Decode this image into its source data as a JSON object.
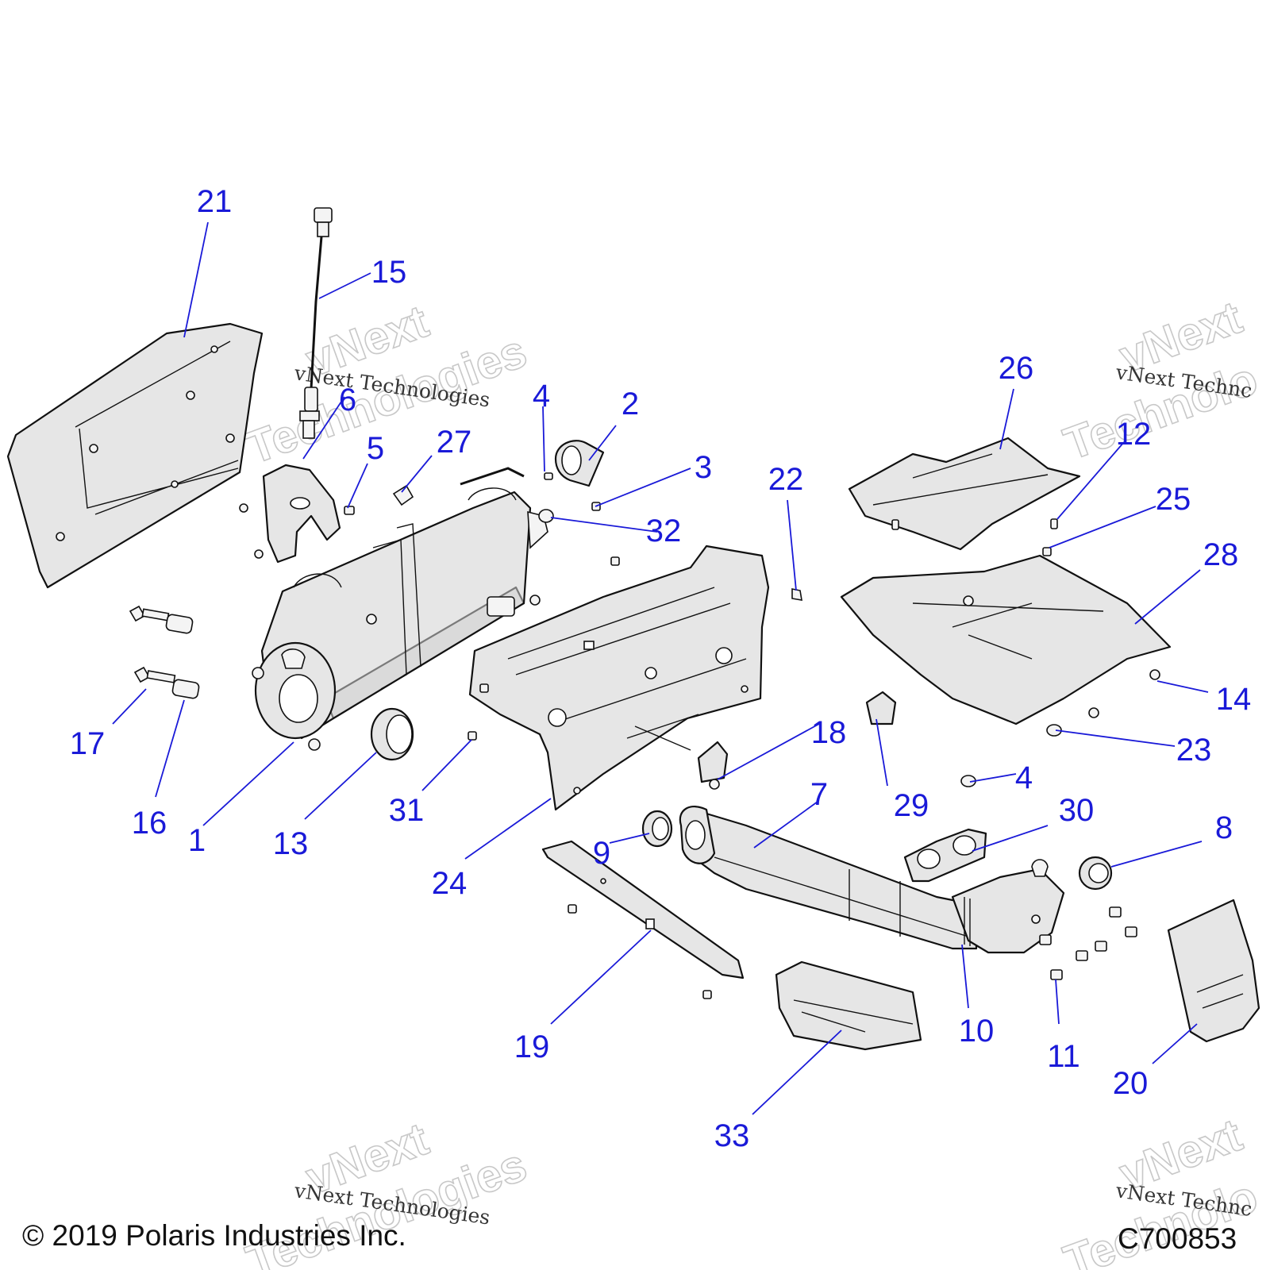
{
  "copyright": "© 2019 Polaris Industries Inc.",
  "diagram_code": "C700853",
  "watermark": {
    "line_small": "vNext Technologies",
    "big_word_1": "vNext",
    "big_word_2": "Technologies",
    "corner_line": "vNext Technc",
    "corner_word_1": "vNext",
    "corner_word_2": "Technolo"
  },
  "callouts": {
    "c1": "1",
    "c2": "2",
    "c3": "3",
    "c4a": "4",
    "c4b": "4",
    "c5": "5",
    "c6": "6",
    "c7": "7",
    "c8": "8",
    "c9": "9",
    "c10": "10",
    "c11": "11",
    "c12": "12",
    "c13": "13",
    "c14": "14",
    "c15": "15",
    "c16": "16",
    "c17": "17",
    "c18": "18",
    "c19": "19",
    "c20": "20",
    "c21": "21",
    "c22": "22",
    "c23": "23",
    "c24": "24",
    "c25": "25",
    "c26": "26",
    "c27": "27",
    "c28": "28",
    "c29": "29",
    "c30": "30",
    "c31": "31",
    "c32": "32",
    "c33": "33"
  }
}
